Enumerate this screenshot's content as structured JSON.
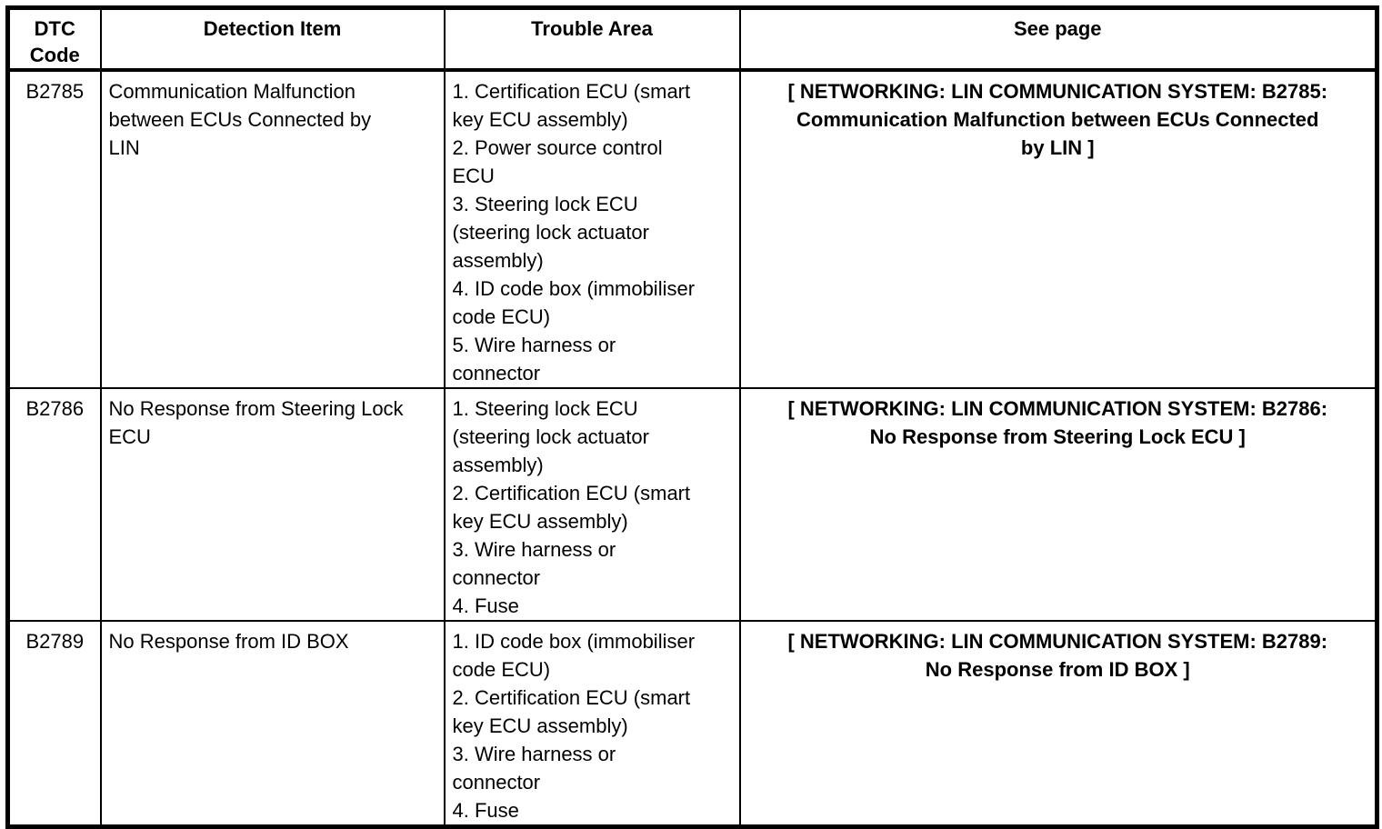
{
  "page": {
    "background_color": "#ffffff",
    "border_color": "#000000"
  },
  "table": {
    "headers": {
      "dtc_code": "DTC\nCode",
      "detection_item": "Detection Item",
      "trouble_area": "Trouble Area",
      "see_page": "See page"
    },
    "rows": [
      {
        "dtc_code": "B2785",
        "detection_item": "Communication Malfunction\nbetween ECUs Connected by\nLIN",
        "trouble_area": "1. Certification ECU (smart\nkey ECU assembly)\n2. Power source control\nECU\n3. Steering lock ECU\n(steering lock actuator\nassembly)\n4. ID code box (immobiliser\ncode ECU)\n5. Wire harness or\nconnector",
        "see_page": "[ NETWORKING: LIN COMMUNICATION SYSTEM: B2785:\nCommunication Malfunction between ECUs Connected\nby LIN ]"
      },
      {
        "dtc_code": "B2786",
        "detection_item": "No Response from Steering Lock\nECU",
        "trouble_area": "1. Steering lock ECU\n(steering lock actuator\nassembly)\n2. Certification ECU (smart\nkey ECU assembly)\n3. Wire harness or\nconnector\n4. Fuse",
        "see_page": "[ NETWORKING: LIN COMMUNICATION SYSTEM: B2786:\nNo Response from Steering Lock ECU ]"
      },
      {
        "dtc_code": "B2789",
        "detection_item": "No Response from ID BOX",
        "trouble_area": "1. ID code box (immobiliser\ncode ECU)\n2. Certification ECU (smart\nkey ECU assembly)\n3. Wire harness or\nconnector\n4. Fuse",
        "see_page": "[ NETWORKING: LIN COMMUNICATION SYSTEM: B2789:\nNo Response from ID BOX ]"
      }
    ]
  }
}
